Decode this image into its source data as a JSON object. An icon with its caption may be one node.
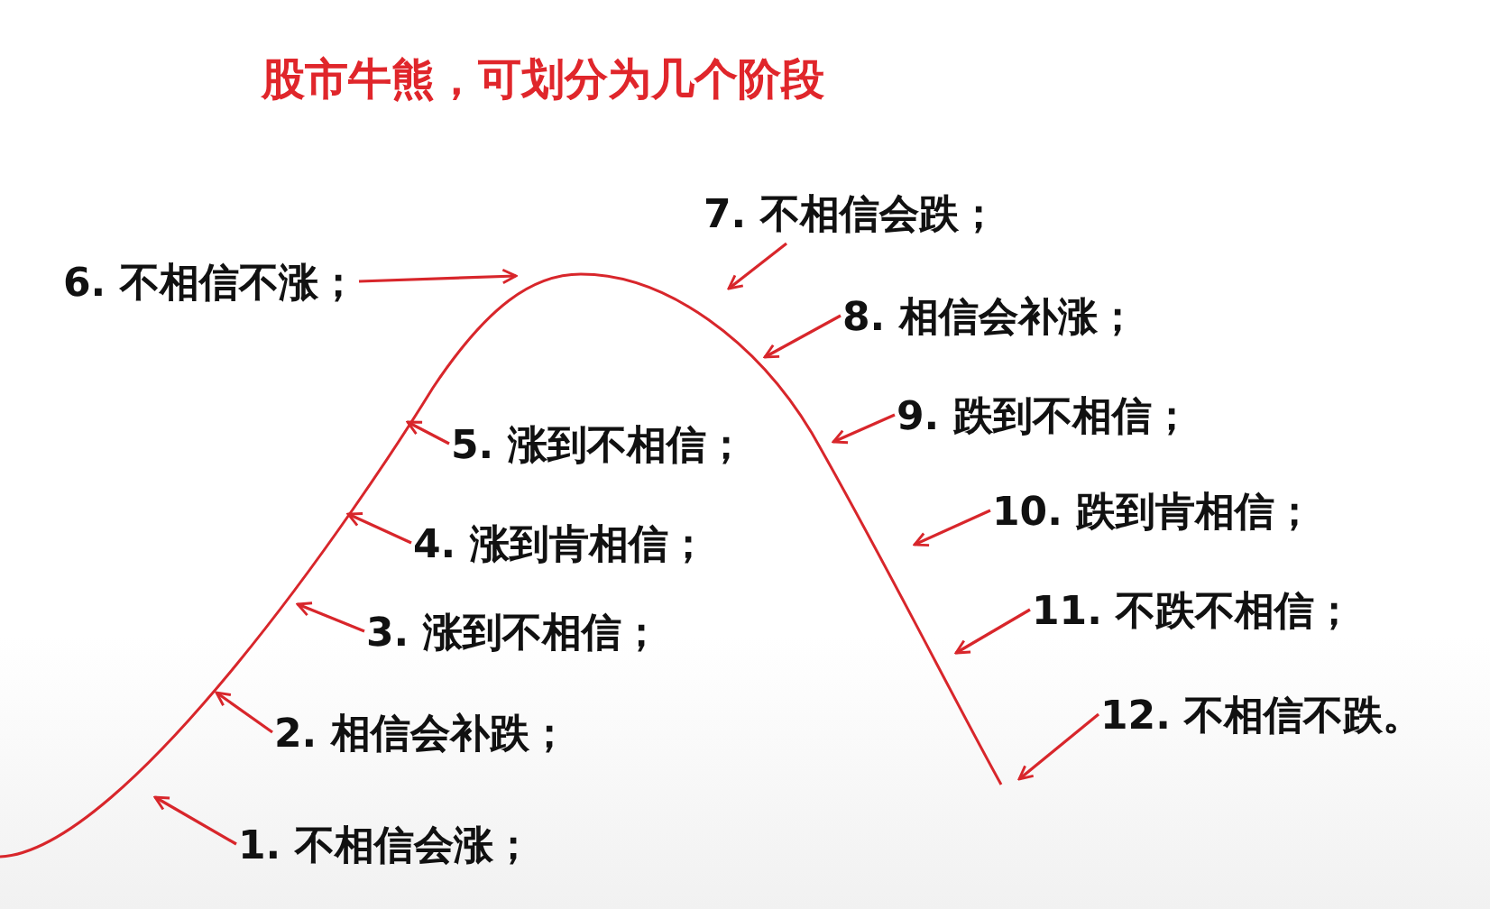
{
  "diagram": {
    "title": "股市牛熊，可划分为几个阶段",
    "nodes": [
      {
        "text": [
          "1. 不相信会涨；"
        ]
      },
      {
        "text": [
          "2. 相信会补跌；"
        ]
      },
      {
        "text": [
          "3. 涨到不相信；"
        ]
      },
      {
        "text": [
          "4. 涨到肯相信；"
        ]
      },
      {
        "text": [
          "5. 涨到不相信；"
        ]
      },
      {
        "text": [
          "6. 不相信不涨；"
        ]
      },
      {
        "text": [
          "7. 不相信会跌；"
        ]
      },
      {
        "text": [
          "8. 相信会补涨；"
        ]
      },
      {
        "text": [
          "9. 跌到不相信；"
        ]
      },
      {
        "text": [
          "10. 跌到肯相信；"
        ]
      },
      {
        "text": [
          "11. 不跌不相信；"
        ]
      },
      {
        "text": [
          "12. 不相信不跌。"
        ]
      }
    ],
    "edges": [
      {
        "from": 0,
        "to": null,
        "arrow": "to"
      },
      {
        "from": 1,
        "to": null,
        "arrow": "to"
      },
      {
        "from": 2,
        "to": null,
        "arrow": "to"
      },
      {
        "from": 3,
        "to": null,
        "arrow": "to"
      },
      {
        "from": 4,
        "to": null,
        "arrow": "to"
      },
      {
        "from": 5,
        "to": null,
        "arrow": "to"
      },
      {
        "from": 6,
        "to": null,
        "arrow": "to"
      },
      {
        "from": 7,
        "to": null,
        "arrow": "to"
      },
      {
        "from": 8,
        "to": null,
        "arrow": "to"
      },
      {
        "from": 9,
        "to": null,
        "arrow": "to"
      },
      {
        "from": 10,
        "to": null,
        "arrow": "to"
      },
      {
        "from": 11,
        "to": null,
        "arrow": "to"
      }
    ]
  }
}
